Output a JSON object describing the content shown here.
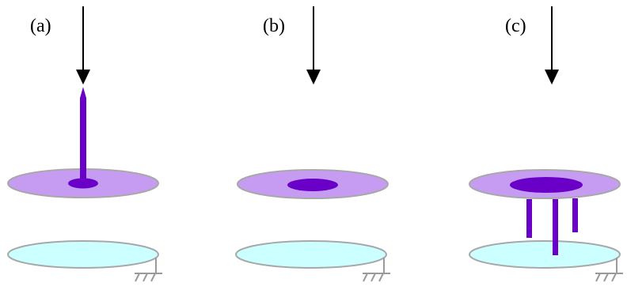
{
  "panels": [
    {
      "label": "(a)",
      "stage": "streamer-to-disk"
    },
    {
      "label": "(b)",
      "stage": "charge-spot-on-disk"
    },
    {
      "label": "(c)",
      "stage": "streamers-to-ground"
    }
  ],
  "colors": {
    "upper_disk_fill": "#c69cf2",
    "upper_disk_stroke": "#a8a8a8",
    "charge_spot": "#6a00c8",
    "streamer": "#6a00c8",
    "lower_disk_fill": "#ccffff",
    "lower_disk_stroke": "#a8a8a8",
    "arrow": "#000000",
    "ground": "#9a9a9a"
  },
  "icons": {
    "incoming_arrow": "arrow-down-icon",
    "ground_symbol": "ground-icon"
  }
}
